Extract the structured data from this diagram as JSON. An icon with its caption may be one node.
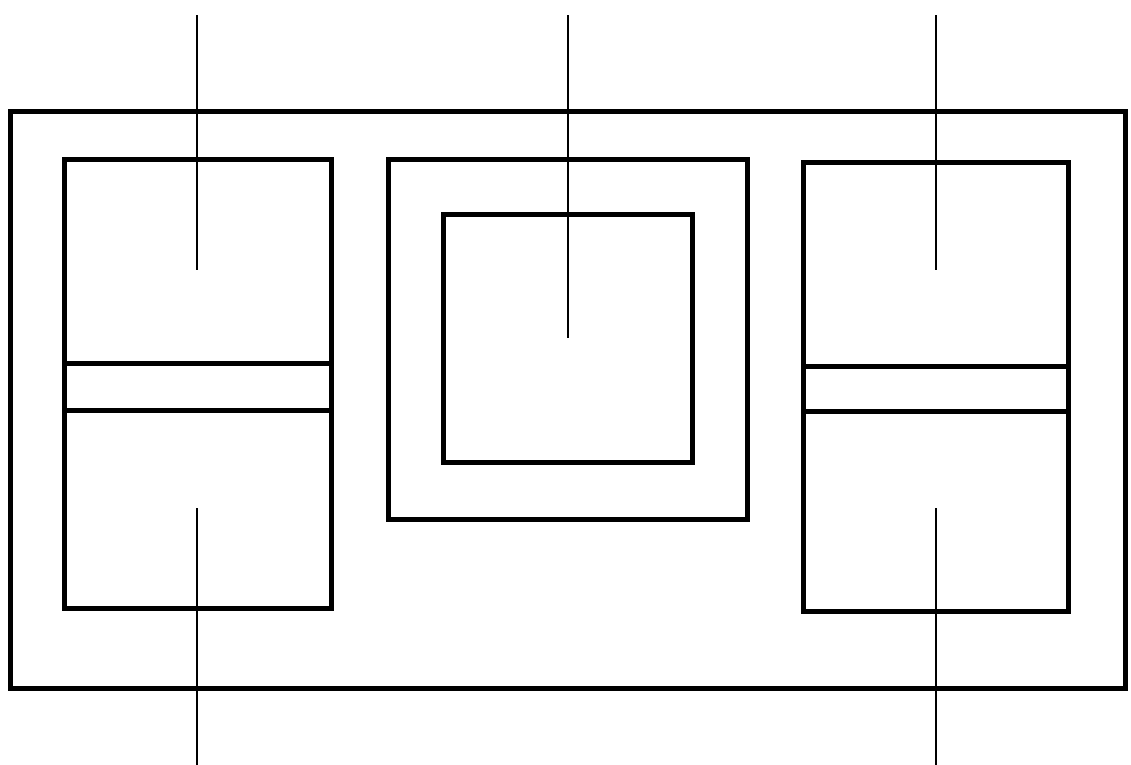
{
  "diagram": {
    "nodes": [
      {
        "text": [],
        "shape": "box"
      },
      {
        "text": [],
        "shape": "box",
        "in": 0
      },
      {
        "text": [],
        "shape": "bar",
        "in": 0
      },
      {
        "text": [],
        "shape": "box",
        "in": 0
      },
      {
        "text": [],
        "shape": "box",
        "in": 0
      },
      {
        "text": [],
        "shape": "box",
        "in": 4
      },
      {
        "text": [],
        "shape": "box",
        "in": 0
      },
      {
        "text": [],
        "shape": "bar",
        "in": 0
      },
      {
        "text": [],
        "shape": "box",
        "in": 0
      }
    ],
    "edges": [
      {
        "from": null,
        "to": 1,
        "arrow": "none"
      },
      {
        "from": null,
        "to": 5,
        "arrow": "none"
      },
      {
        "from": null,
        "to": 6,
        "arrow": "none"
      },
      {
        "from": null,
        "to": 3,
        "arrow": "none"
      },
      {
        "from": null,
        "to": 8,
        "arrow": "none"
      }
    ]
  }
}
